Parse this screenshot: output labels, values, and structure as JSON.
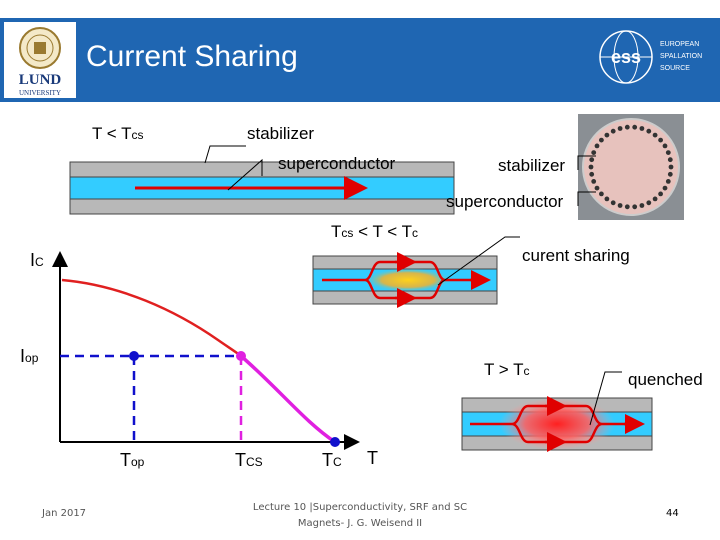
{
  "header": {
    "title": "Current Sharing",
    "lund_logo_text": "LUND",
    "lund_logo_sub": "UNIVERSITY",
    "ess_logo_text": "ess",
    "ess_side_text": [
      "EUROPEAN",
      "SPALLATION",
      "SOURCE"
    ]
  },
  "top_section": {
    "condition": "T < T",
    "condition_sub": "cs",
    "stabilizer_label": "stabilizer",
    "superconductor_label": "superconductor"
  },
  "cross_section": {
    "stabilizer_label": "stabilizer",
    "superconductor_label": "superconductor"
  },
  "middle_section": {
    "cond_a_sub": "cs",
    "cond_mid": " < T < T",
    "cond_b_sub": "c",
    "cond_prefix": "T",
    "label": "curent sharing"
  },
  "bottom_section": {
    "cond_prefix": "T > T",
    "cond_sub": "c",
    "label": "quenched"
  },
  "graph": {
    "y_axis_label": "I",
    "y_axis_sub": "C",
    "iop_label": "I",
    "iop_sub": "op",
    "x_ticks": [
      {
        "main": "T",
        "sub": "op"
      },
      {
        "main": "T",
        "sub": "CS"
      },
      {
        "main": "T",
        "sub": "C"
      }
    ],
    "x_axis_label": "T"
  },
  "footer": {
    "date": "Jan 2017",
    "lecture_line1": "Lecture 10 |Superconductivity, SRF and SC",
    "lecture_line2": "Magnets- J. G. Weisend II",
    "page": "44"
  },
  "colors": {
    "title_bar": "#1f66b2",
    "stabilizer": "#b8b8b8",
    "superconductor": "#33ccff",
    "current": "#e00000",
    "curve_red": "#e02020",
    "curve_magenta": "#e020e0",
    "dash_blue": "#1010cc",
    "dash_magenta": "#e020e0"
  }
}
